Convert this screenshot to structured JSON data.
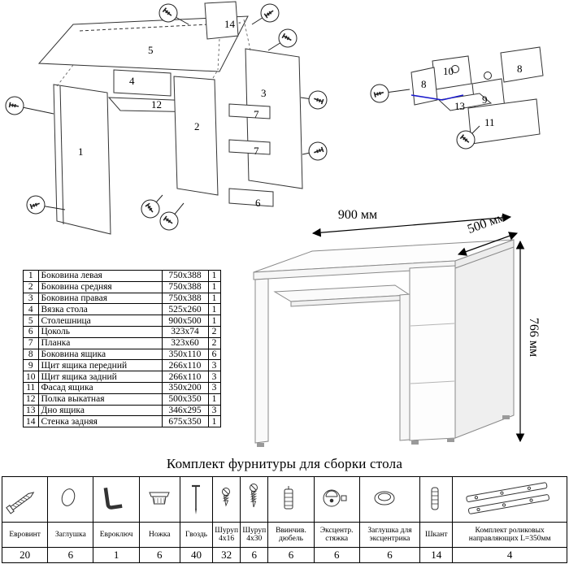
{
  "main_diagram": {
    "labels": [
      "14",
      "5",
      "4",
      "12",
      "2",
      "1",
      "3",
      "7",
      "7",
      "6"
    ]
  },
  "drawer_diagram": {
    "labels": [
      "10",
      "8",
      "8",
      "9",
      "13",
      "11"
    ]
  },
  "desk_view": {
    "width_label": "900 мм",
    "depth_label": "500 мм",
    "height_label": "766 мм"
  },
  "parts_table": {
    "rows": [
      {
        "num": "1",
        "name": "Боковина левая",
        "size": "750х388",
        "qty": "1"
      },
      {
        "num": "2",
        "name": "Боковина средняя",
        "size": "750х388",
        "qty": "1"
      },
      {
        "num": "3",
        "name": "Боковина правая",
        "size": "750х388",
        "qty": "1"
      },
      {
        "num": "4",
        "name": "Вязка стола",
        "size": "525х260",
        "qty": "1"
      },
      {
        "num": "5",
        "name": "Столешница",
        "size": "900х500",
        "qty": "1"
      },
      {
        "num": "6",
        "name": "Цоколь",
        "size": "323х74",
        "qty": "2"
      },
      {
        "num": "7",
        "name": "Планка",
        "size": "323х60",
        "qty": "2"
      },
      {
        "num": "8",
        "name": "Боковина ящика",
        "size": "350х110",
        "qty": "6"
      },
      {
        "num": "9",
        "name": "Щит ящика передний",
        "size": "266х110",
        "qty": "3"
      },
      {
        "num": "10",
        "name": "Щит ящика задний",
        "size": "266х110",
        "qty": "3"
      },
      {
        "num": "11",
        "name": "Фасад ящика",
        "size": "350х200",
        "qty": "3"
      },
      {
        "num": "12",
        "name": "Полка выкатная",
        "size": "500х350",
        "qty": "1"
      },
      {
        "num": "13",
        "name": "Дно ящика",
        "size": "346х295",
        "qty": "3"
      },
      {
        "num": "14",
        "name": "Стенка задняя",
        "size": "675х350",
        "qty": "1"
      }
    ]
  },
  "hardware_table": {
    "title": "Комплект фурнитуры для сборки стола",
    "items": [
      {
        "icon": "euro-screw-icon",
        "name": "Евровинт",
        "qty": "20"
      },
      {
        "icon": "plug-icon",
        "name": "Заглушка",
        "qty": "6"
      },
      {
        "icon": "hex-key-icon",
        "name": "Евроключ",
        "qty": "1"
      },
      {
        "icon": "leg-icon",
        "name": "Ножка",
        "qty": "6"
      },
      {
        "icon": "nail-icon",
        "name": "Гвоздь",
        "qty": "40"
      },
      {
        "icon": "screw-4x16-icon",
        "name": "Шуруп 4х16",
        "qty": "32"
      },
      {
        "icon": "screw-4x30-icon",
        "name": "Шуруп 4х30",
        "qty": "6"
      },
      {
        "icon": "screw-in-dowel-icon",
        "name": "Ввинчив. дюбель",
        "qty": "6"
      },
      {
        "icon": "cam-lock-icon",
        "name": "Эксцентр. стяжка",
        "qty": "6"
      },
      {
        "icon": "cam-cover-icon",
        "name": "Заглушка для эксцентрика",
        "qty": "6"
      },
      {
        "icon": "wood-dowel-icon",
        "name": "Шкант",
        "qty": "14"
      },
      {
        "icon": "roller-rails-icon",
        "name": "Комплект роликовых направляющих L=350мм",
        "qty": "4"
      }
    ]
  }
}
